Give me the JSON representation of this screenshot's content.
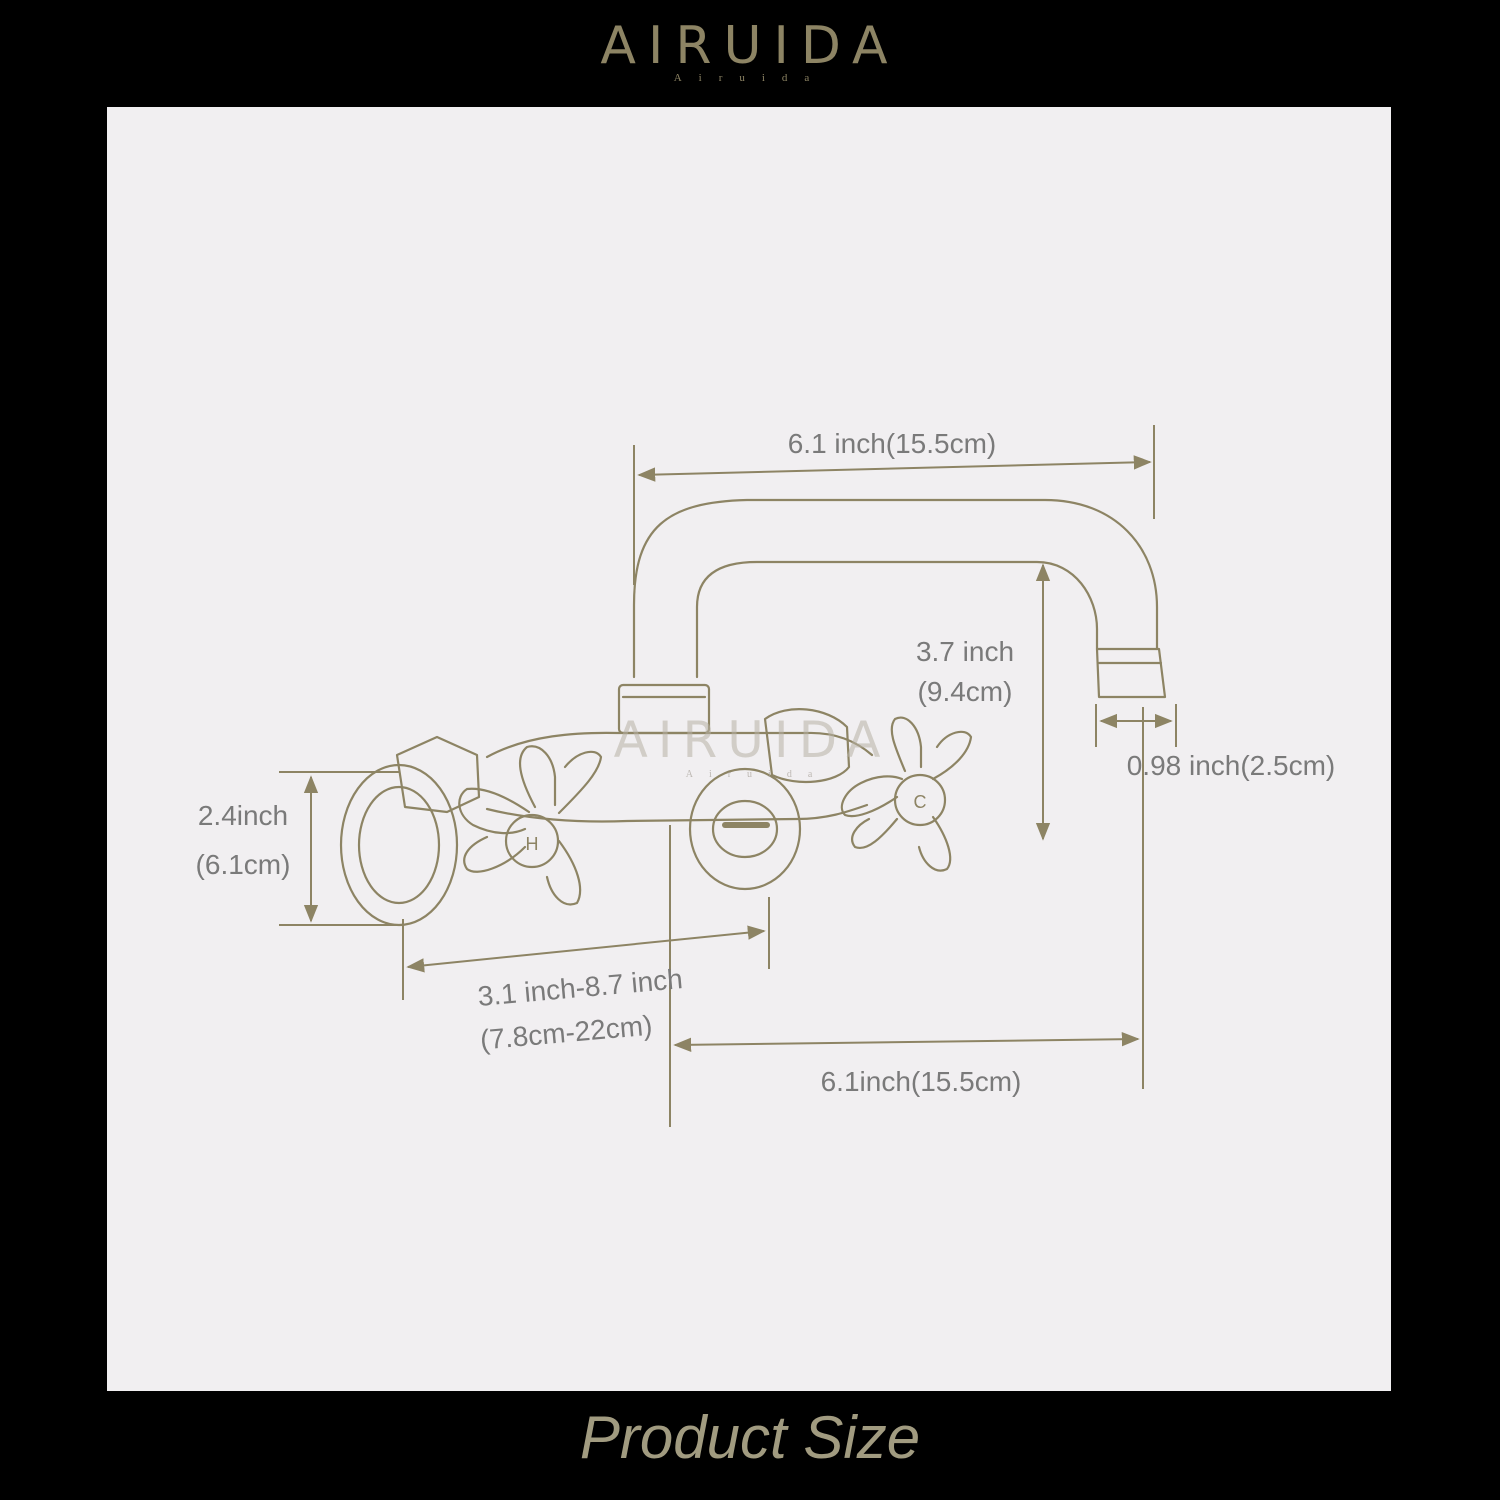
{
  "brand": {
    "name": "AIRUIDA",
    "subtitle": "Airuida"
  },
  "watermark": {
    "name": "AIRUIDA",
    "subtitle": "Airuida"
  },
  "dimensions": {
    "spout_reach": "6.1 inch(15.5cm)",
    "spout_height_line1": "3.7 inch",
    "spout_height_line2": "(9.4cm)",
    "outlet_diameter": "0.98 inch(2.5cm)",
    "body_height_line1": "2.4inch",
    "body_height_line2": "(6.1cm)",
    "center_spacing_line1": "3.1 inch-8.7 inch",
    "center_spacing_line2": "(7.8cm-22cm)",
    "wall_to_outlet": "6.1inch(15.5cm)"
  },
  "handles": {
    "hot_label": "H",
    "cold_label": "C"
  },
  "caption": "Product Size",
  "colors": {
    "background": "#000000",
    "panel": "#f1eff1",
    "line": "#8d8464",
    "label_text": "#7a7a7a",
    "caption": "#a19b80"
  }
}
